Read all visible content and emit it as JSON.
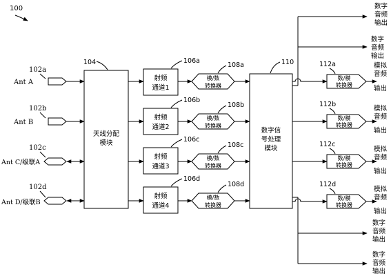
{
  "figure_number": "100",
  "antennas": [
    {
      "ref": "102a",
      "label": "Ant A"
    },
    {
      "ref": "102b",
      "label": "Ant B"
    },
    {
      "ref": "102c",
      "label": "Ant C/级联A"
    },
    {
      "ref": "102d",
      "label": "Ant D/级联B"
    }
  ],
  "distribution_module": {
    "ref": "104",
    "line1": "天线分配",
    "line2": "模块"
  },
  "rf_channels": [
    {
      "ref": "106a",
      "line1": "射频",
      "line2": "通道1"
    },
    {
      "ref": "106b",
      "line1": "射频",
      "line2": "通道2"
    },
    {
      "ref": "106c",
      "line1": "射频",
      "line2": "通道3"
    },
    {
      "ref": "106d",
      "line1": "射频",
      "line2": "通道4"
    }
  ],
  "adcs": [
    {
      "ref": "108a",
      "line1": "模/数",
      "line2": "转换器"
    },
    {
      "ref": "108b",
      "line1": "模/数",
      "line2": "转换器"
    },
    {
      "ref": "108c",
      "line1": "模/数",
      "line2": "转换器"
    },
    {
      "ref": "108d",
      "line1": "模/数",
      "line2": "转换器"
    }
  ],
  "dsp_module": {
    "ref": "110",
    "line1": "数字信",
    "line2": "号处理",
    "line3": "模块"
  },
  "dacs": [
    {
      "ref": "112a",
      "line1": "数/模",
      "line2": "转换器"
    },
    {
      "ref": "112b",
      "line1": "数/模",
      "line2": "转换器"
    },
    {
      "ref": "112c",
      "line1": "数/模",
      "line2": "转换器"
    },
    {
      "ref": "112d",
      "line1": "数/模",
      "line2": "转换器"
    }
  ],
  "analog_outputs": [
    {
      "line1": "模拟",
      "line2": "音频",
      "line3": "输出"
    },
    {
      "line1": "模拟",
      "line2": "音频",
      "line3": "输出"
    },
    {
      "line1": "模拟",
      "line2": "音频",
      "line3": "输出"
    },
    {
      "line1": "模拟",
      "line2": "音频",
      "line3": "输出"
    }
  ],
  "digital_outputs": [
    {
      "line1": "数字",
      "line2": "音频",
      "line3": "输出"
    },
    {
      "line1": "数字",
      "line2": "音频",
      "line3": "输出"
    },
    {
      "line1": "数字",
      "line2": "音频",
      "line3": "输出"
    },
    {
      "line1": "数字",
      "line2": "音频",
      "line3": "输出"
    }
  ]
}
